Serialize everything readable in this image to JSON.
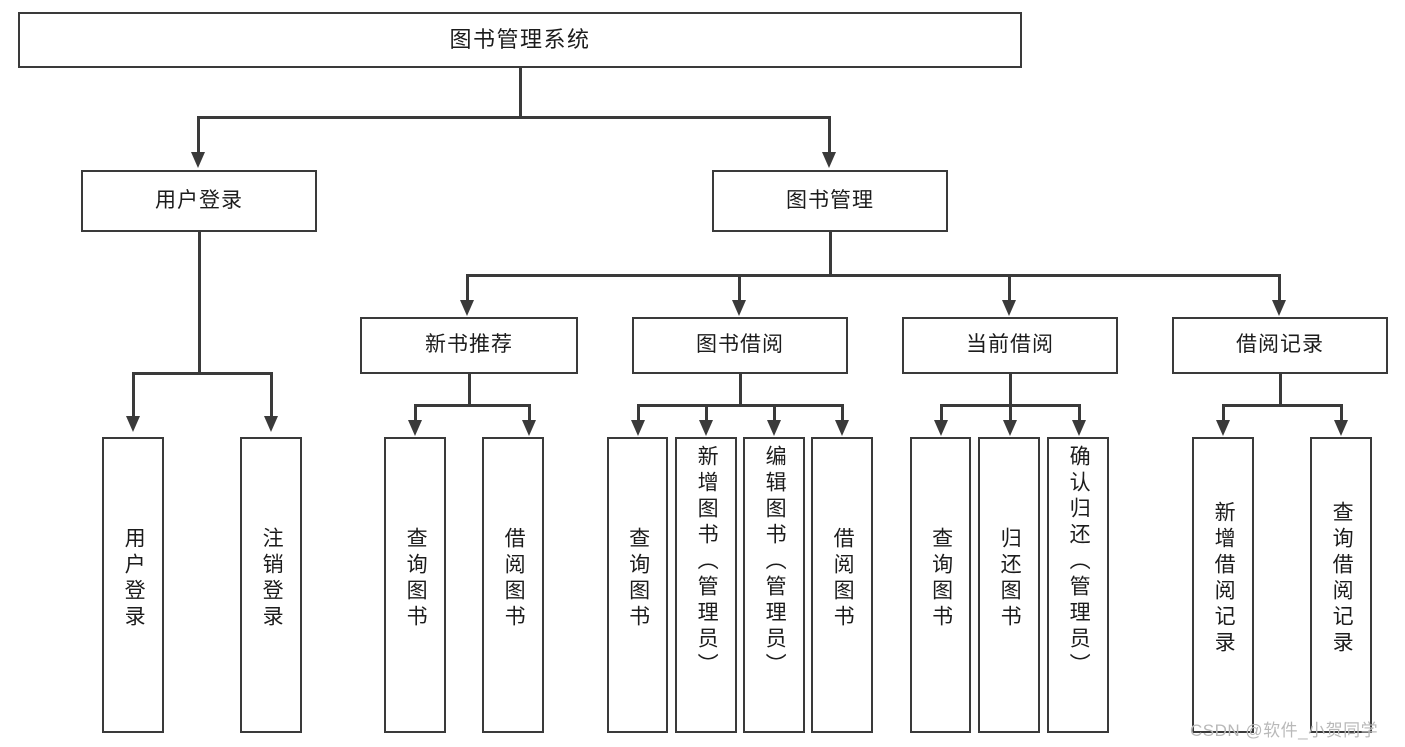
{
  "diagram": {
    "type": "tree-hierarchy",
    "title": "图书管理系统",
    "orientation": "top-down",
    "colors": {
      "box_border": "#3a3a3a",
      "box_fill": "#ffffff",
      "text": "#1c1c1c",
      "connector": "#3a3a3a",
      "watermark": "#b9b9b9",
      "page_background": "#ffffff"
    }
  },
  "root": {
    "label": "图书管理系统"
  },
  "level2": [
    {
      "label": "用户登录"
    },
    {
      "label": "图书管理"
    }
  ],
  "level3": [
    {
      "label": "新书推荐"
    },
    {
      "label": "图书借阅"
    },
    {
      "label": "当前借阅"
    },
    {
      "label": "借阅记录"
    }
  ],
  "leaves": {
    "user_login": [
      {
        "label": "用户登录"
      },
      {
        "label": "注销登录"
      }
    ],
    "new_book_recommend": [
      {
        "label": "查询图书"
      },
      {
        "label": "借阅图书"
      }
    ],
    "book_borrow": [
      {
        "label": "查询图书"
      },
      {
        "label": "新增图书（管理员）"
      },
      {
        "label": "编辑图书（管理员）"
      },
      {
        "label": "借阅图书"
      }
    ],
    "current_borrow": [
      {
        "label": "查询图书"
      },
      {
        "label": "归还图书"
      },
      {
        "label": "确认归还（管理员）"
      }
    ],
    "borrow_record": [
      {
        "label": "新增借阅记录"
      },
      {
        "label": "查询借阅记录"
      }
    ]
  },
  "watermark": {
    "text": "CSDN @软件_小贺同学"
  }
}
